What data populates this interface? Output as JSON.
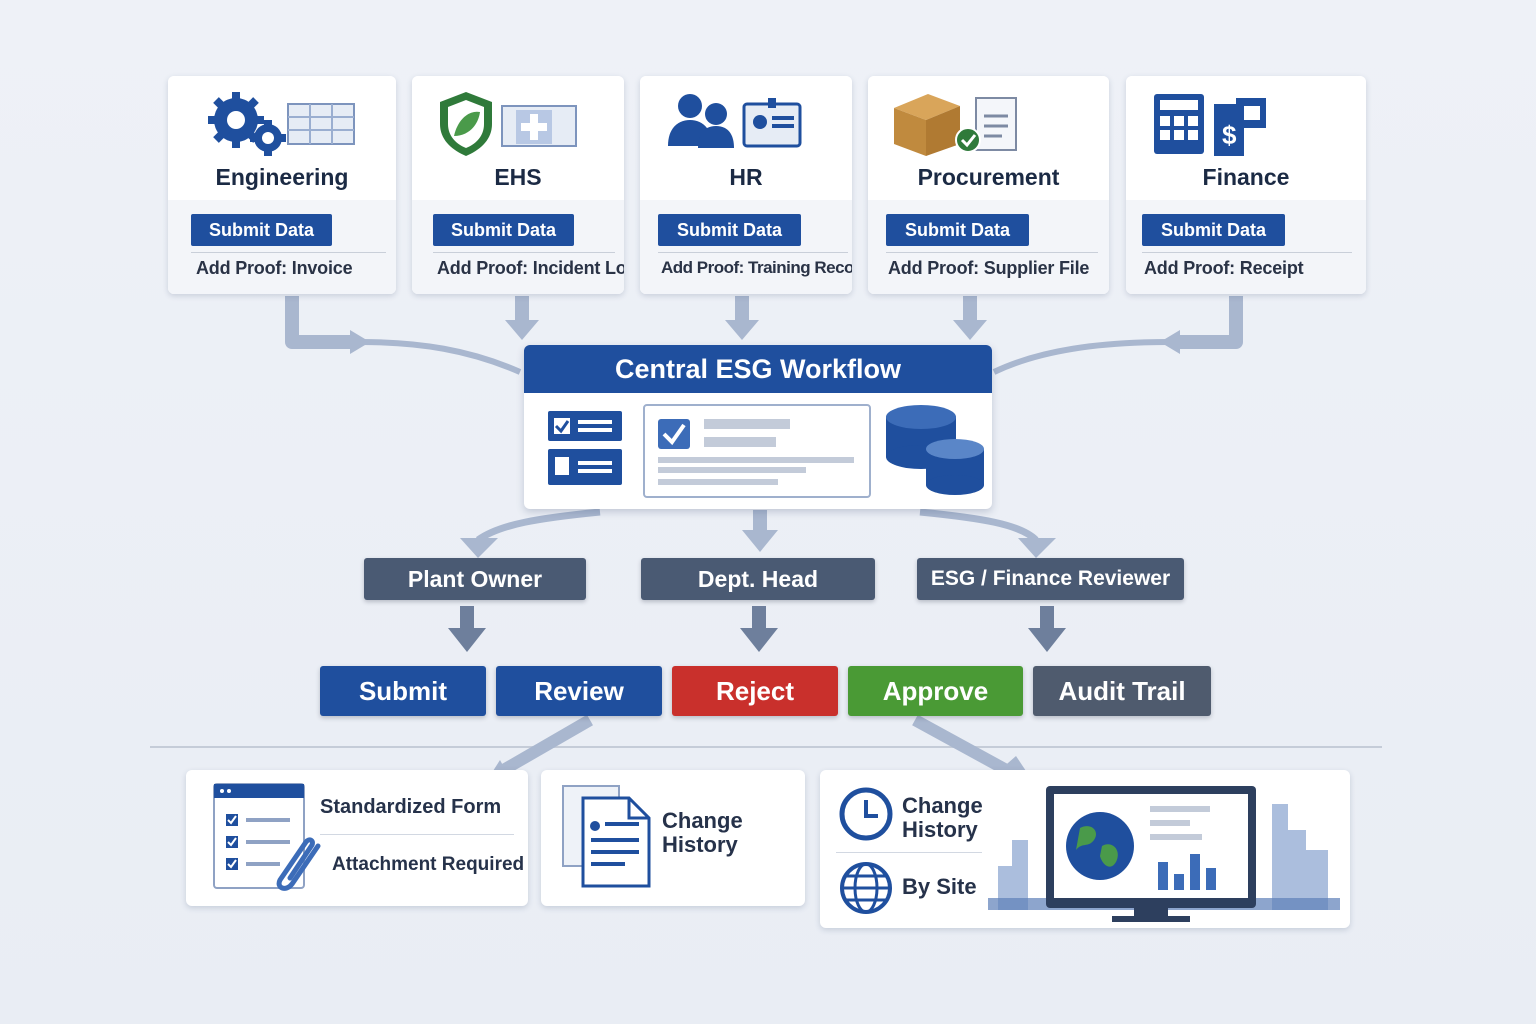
{
  "departments": [
    {
      "name": "Engineering",
      "submit_label": "Submit Data",
      "proof": "Add Proof: Invoice",
      "icon": "gears-icon"
    },
    {
      "name": "EHS",
      "submit_label": "Submit Data",
      "proof": "Add Proof: Incident Log",
      "icon": "shield-leaf-icon"
    },
    {
      "name": "HR",
      "submit_label": "Submit Data",
      "proof": "Add Proof: Training Record",
      "icon": "people-badge-icon"
    },
    {
      "name": "Procurement",
      "submit_label": "Submit Data",
      "proof": "Add Proof: Supplier File",
      "icon": "box-document-icon"
    },
    {
      "name": "Finance",
      "submit_label": "Submit Data",
      "proof": "Add Proof: Receipt",
      "icon": "calculator-dollar-icon"
    }
  ],
  "central": {
    "title": "Central ESG Workflow"
  },
  "roles": [
    "Plant Owner",
    "Dept. Head",
    "ESG / Finance Reviewer"
  ],
  "actions": [
    {
      "label": "Submit",
      "color": "#1f4f9e"
    },
    {
      "label": "Review",
      "color": "#1f4f9e"
    },
    {
      "label": "Reject",
      "color": "#c9302c"
    },
    {
      "label": "Approve",
      "color": "#4a9a35"
    },
    {
      "label": "Audit Trail",
      "color": "#4f5b6e"
    }
  ],
  "features": {
    "form": {
      "line1": "Standardized Form",
      "line2": "Attachment Required"
    },
    "history": {
      "line1": "Change",
      "line2": "History"
    },
    "dashboard": {
      "history_line1": "Change",
      "history_line2": "History",
      "site": "By Site"
    }
  },
  "colors": {
    "primary": "#1f4f9e",
    "role": "#4a5a73",
    "reject": "#c9302c",
    "approve": "#4a9a35",
    "arrow": "#a9b7cf"
  }
}
